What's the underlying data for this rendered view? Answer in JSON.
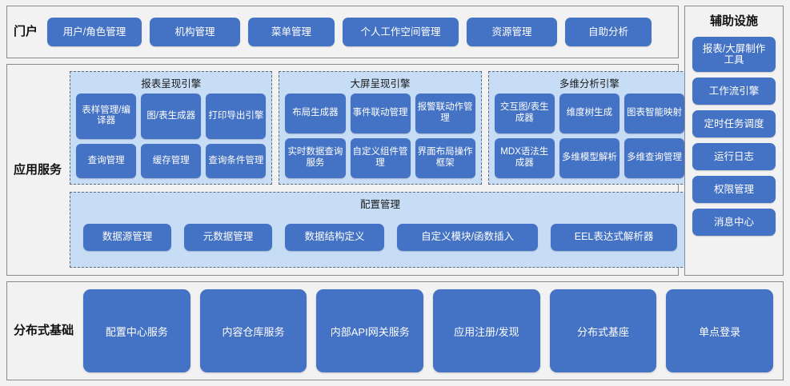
{
  "portal": {
    "label": "门户",
    "items": [
      "用户/角色管理",
      "机构管理",
      "菜单管理",
      "个人工作空间管理",
      "资源管理",
      "自助分析"
    ]
  },
  "app_services": {
    "label": "应用服务",
    "engines": [
      {
        "title": "报表呈现引擎",
        "items": [
          "表样管理/编译器",
          "图/表生成器",
          "打印导出引擎",
          "查询管理",
          "缓存管理",
          "查询条件管理"
        ]
      },
      {
        "title": "大屏呈现引擎",
        "items": [
          "布局生成器",
          "事件联动管理",
          "报警联动作管理",
          "实时数据查询服务",
          "自定义组件管理",
          "界面布局操作框架"
        ]
      },
      {
        "title": "多维分析引擎",
        "items": [
          "交互图/表生成器",
          "维度树生成",
          "图表智能映射",
          "MDX语法生成器",
          "多维模型解析",
          "多维查询管理"
        ]
      }
    ],
    "config": {
      "title": "配置管理",
      "items": [
        "数据源管理",
        "元数据管理",
        "数据结构定义",
        "自定义模块/函数插入",
        "EEL表达式解析器"
      ]
    }
  },
  "aux": {
    "title": "辅助设施",
    "items": [
      "报表/大屏制作工具",
      "工作流引擎",
      "定时任务调度",
      "运行日志",
      "权限管理",
      "消息中心"
    ]
  },
  "distributed": {
    "label": "分布式基础",
    "items": [
      "配置中心服务",
      "内容仓库服务",
      "内部API网关服务",
      "应用注册/发现",
      "分布式基座",
      "单点登录"
    ]
  },
  "colors": {
    "accent_blue": "#4472c4",
    "panel_blue": "#c7dcf5",
    "page_bg": "#f2f2f2",
    "border_gray": "#888a8c"
  }
}
